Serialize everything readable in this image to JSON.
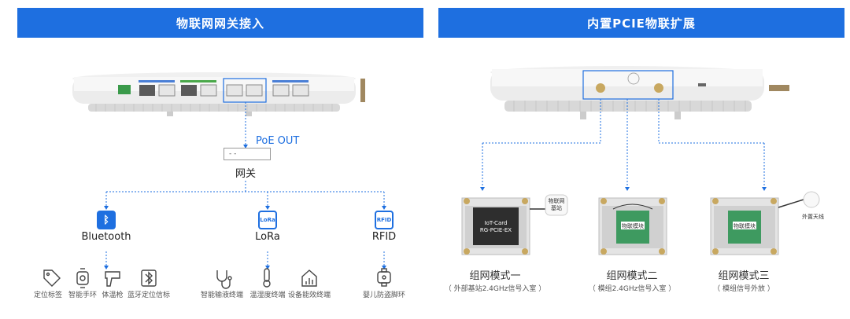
{
  "left": {
    "title": "物联网网关接入",
    "poe_label": "PoE OUT",
    "gateway_label": "网关",
    "gateway_box_text": "- -",
    "protocols": [
      {
        "name": "Bluetooth",
        "icon": "bluetooth-icon"
      },
      {
        "name": "LoRa",
        "icon": "lora-icon",
        "badge": "LoRa"
      },
      {
        "name": "RFID",
        "icon": "rfid-icon",
        "badge": "RFID"
      }
    ],
    "devices": [
      {
        "label": "定位标签",
        "icon": "tag-icon"
      },
      {
        "label": "智能手环",
        "icon": "wristband-icon"
      },
      {
        "label": "体温枪",
        "icon": "thermometer-gun-icon"
      },
      {
        "label": "蓝牙定位信标",
        "icon": "bluetooth-beacon-icon"
      },
      {
        "label": "智能输液终端",
        "icon": "stethoscope-icon"
      },
      {
        "label": "温湿度终端",
        "icon": "thermometer-icon"
      },
      {
        "label": "设备能效终端",
        "icon": "energy-meter-icon"
      },
      {
        "label": "婴儿防盗脚环",
        "icon": "baby-anklet-icon"
      }
    ]
  },
  "right": {
    "title": "内置PCIE物联扩展",
    "modes": [
      {
        "title": "组网模式一",
        "sub": "（ 外部基站2.4GHz信号入室 ）",
        "tag": "物联网\n基站",
        "card_text": "IoT-Card\nRG-PCIE-EX"
      },
      {
        "title": "组网模式二",
        "sub": "（ 模组2.4GHz信号入室 ）",
        "tag": "",
        "card_text": "物联模块"
      },
      {
        "title": "组网模式三",
        "sub": "（ 模组信号外放 ）",
        "tag": "外置天线",
        "card_text": "物联模块"
      }
    ]
  },
  "colors": {
    "accent": "#1e6fe0",
    "header_text": "#ffffff"
  }
}
